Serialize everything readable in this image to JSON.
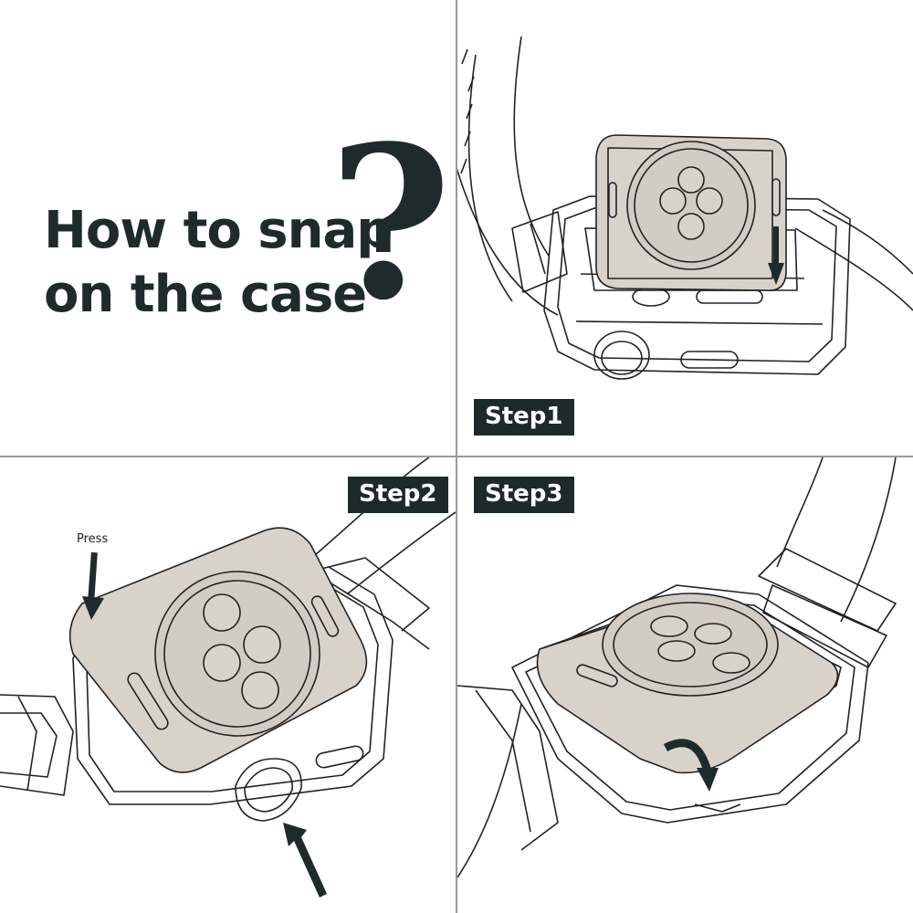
{
  "title": {
    "line1": "How to snap",
    "line2": "on the case",
    "symbol": "?"
  },
  "steps": [
    {
      "label": "Step1"
    },
    {
      "label": "Step2",
      "annotation": "Press"
    },
    {
      "label": "Step3"
    }
  ],
  "colors": {
    "ink": "#1f2b2b",
    "label_bg": "#1e2a2a",
    "case_fill": "#d8d2cb",
    "line": "#222222",
    "divider": "#9a9a9a"
  },
  "icons": {
    "step1_arrow": "down-arrow-icon",
    "step2_arrows": [
      "press-down-arrow-icon",
      "up-right-arrow-icon"
    ],
    "step3_arrow": "curved-arrow-icon"
  }
}
